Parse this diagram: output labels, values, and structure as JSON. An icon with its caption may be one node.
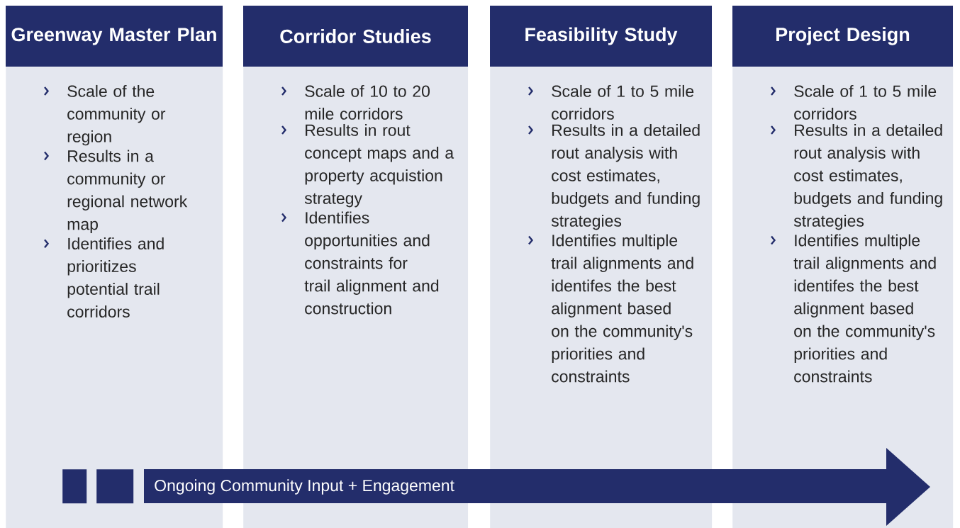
{
  "diagram": {
    "nodes": [
      {
        "text": [
          "Greenway Master Plan",
          "Scale of the community or region",
          "Results in a community or regional network map",
          "Identifies and prioritizes potential trail corridors"
        ]
      },
      {
        "text": [
          "Corridor Studies",
          "Scale of 10 to 20 mile corridors",
          "Results in rout concept maps and a property acquistion strategy",
          "Identifies opportunities and constraints for trail alignment and construction"
        ]
      },
      {
        "text": [
          "Feasibility Study",
          "Scale of 1 to 5 mile corridors",
          "Results in a detailed rout analysis with cost estimates, budgets and funding strategies",
          "Identifies multiple trail alignments and identifes the best alignment based on the community's priorities and constraints"
        ]
      },
      {
        "text": [
          "Project Design",
          "Scale of 1 to 5 mile corridors",
          "Results in a detailed rout analysis with cost estimates, budgets and funding strategies",
          "Identifies multiple trail alignments and identifes the best alignment based on the community's priorities and constraints"
        ]
      },
      {
        "text": [],
        "shape": "box",
        "in": 0
      },
      {
        "text": [],
        "shape": "box",
        "in": 0
      },
      {
        "text": [
          "Ongoing Community Input + Engagement"
        ]
      }
    ]
  }
}
